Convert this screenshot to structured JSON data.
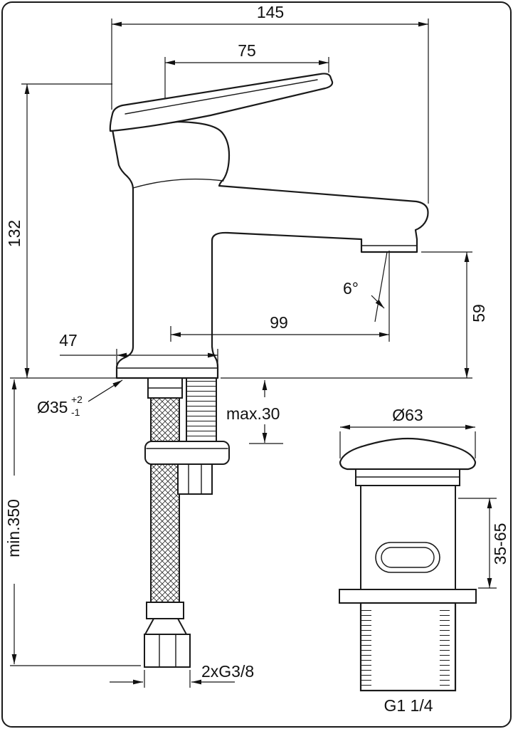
{
  "drawing": {
    "kind": "technical-dimension-drawing",
    "colors": {
      "line": "#1a1a1a",
      "background": "#ffffff"
    },
    "dims": {
      "overall_length": "145",
      "lever_length": "75",
      "body_height": "132",
      "spout_reach": "99",
      "base_width": "47",
      "spout_height": "59",
      "spray_angle": "6°",
      "hole_dia": "Ø35",
      "hole_tol_plus": "+2",
      "hole_tol_minus": "-1",
      "deck_max": "max.30",
      "hose_min": "min.350",
      "hose_thread": "2xG3/8",
      "waste_dia": "Ø63",
      "waste_adjust": "35-65",
      "waste_thread": "G1 1/4"
    }
  }
}
